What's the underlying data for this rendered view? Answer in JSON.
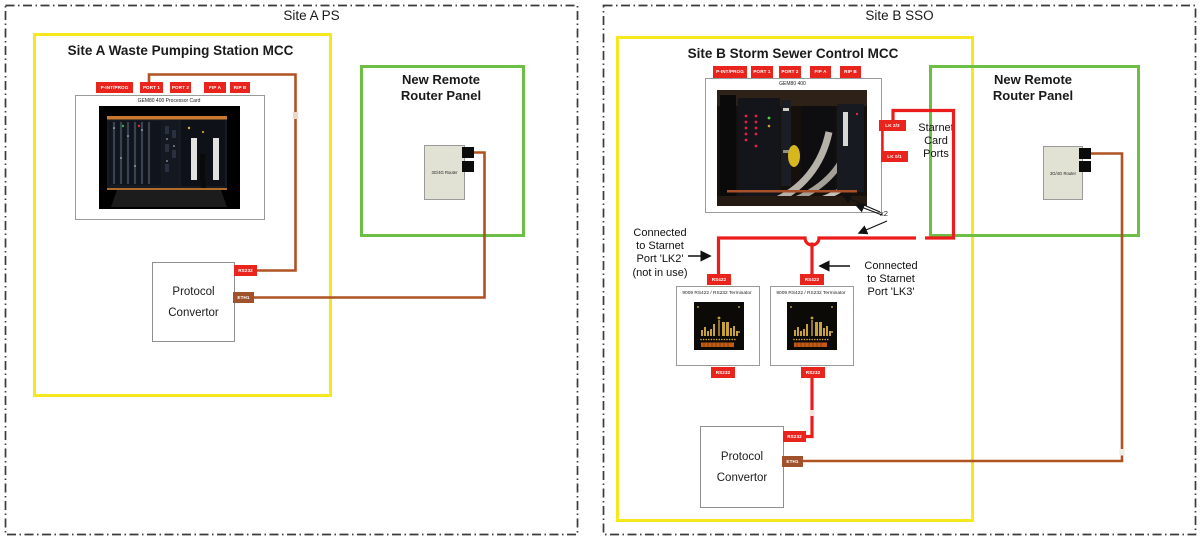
{
  "colors": {
    "panel_yellow": "#F5E81F",
    "panel_green": "#6CBF44",
    "cable_red": "#EC1C1C",
    "cable_brown": "#B05222",
    "chip_red": "#E8241C",
    "chip_brown": "#A0522D"
  },
  "site_a": {
    "title": "Site A PS",
    "mcc_title": "Site A Waste Pumping Station MCC",
    "port_labels": [
      "P-INT/PROG",
      "PORT 1",
      "PORT 2",
      "FIP A",
      "RIP B"
    ],
    "photo_caption": "GEM80 400 Processor Card",
    "router_panel_title_lines": [
      "New Remote",
      "Router Panel"
    ],
    "router_label": "3G/4G Router",
    "protocol_convertor_lines": [
      "Protocol",
      "Convertor"
    ],
    "rs232_label": "RS232",
    "eth1_label": "ETH1"
  },
  "site_b": {
    "title": "Site B SSO",
    "mcc_title": "Site B Storm Sewer Control MCC",
    "port_labels": [
      "P-INT/PROG",
      "PORT 1",
      "PORT 2",
      "FIP A",
      "RIP B"
    ],
    "photo_caption": "GEM80 400",
    "starnet_link_labels": [
      "LK 2/3",
      "LK 0/1"
    ],
    "starnet_caption_lines": [
      "Starnet",
      "Card",
      "Ports"
    ],
    "cable_count": "x2",
    "annotation_lk2_lines": [
      "Connected",
      "to Starnet",
      "Port 'LK2'",
      "(not in use)"
    ],
    "annotation_lk3_lines": [
      "Connected",
      "to Starnet",
      "Port 'LK3'"
    ],
    "terminator_caption": "9009 RS422 / RS232 Terminator",
    "rs422_label": "RS422",
    "rs232_label": "RS232",
    "eth1_label": "ETH1",
    "router_panel_title_lines": [
      "New Remote",
      "Router Panel"
    ],
    "router_label": "3G/4G Router",
    "protocol_convertor_lines": [
      "Protocol",
      "Convertor"
    ]
  }
}
